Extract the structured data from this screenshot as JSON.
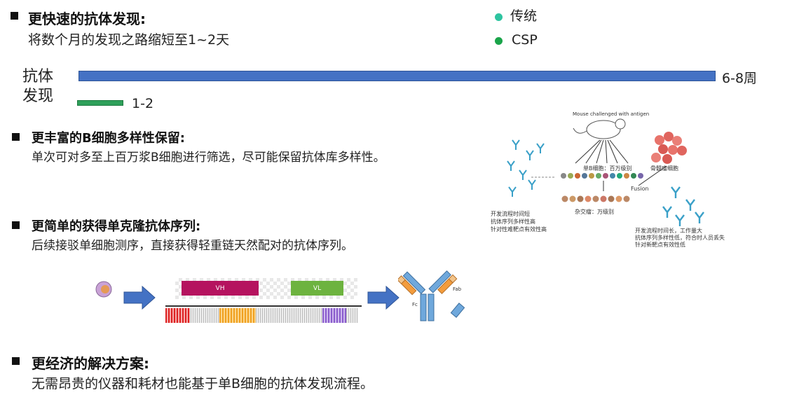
{
  "legend": [
    {
      "label": "传统",
      "color": "#2ec4a0"
    },
    {
      "label": "CSP",
      "color": "#1aa44a"
    }
  ],
  "bar_chart": {
    "label_line1": "抗体",
    "label_line2": "发现",
    "blue_value": "6-8周",
    "green_value": "1-2"
  },
  "sections": [
    {
      "title": "更快速的抗体发现:",
      "body": "将数个月的发现之路缩短至1~2天"
    },
    {
      "title": "更丰富的B细胞多样性保留:",
      "body": "单次可对多至上百万浆B细胞进行筛选，尽可能保留抗体库多样性。"
    },
    {
      "title": "更简单的获得单克隆抗体序列:",
      "body": "后续接驳单细胞测序，直接获得轻重链天然配对的抗体序列。"
    },
    {
      "title": "更经济的解决方案:",
      "body": "无需昂贵的仪器和耗材也能基于单B细胞的抗体发现流程。"
    }
  ],
  "diagram": {
    "mouse_caption": "Mouse challenged with antigen",
    "b_cell_label": "单B细胞：百万级别",
    "myeloma_label": "骨髓瘤细胞",
    "fusion_label": "Fusion",
    "hybridoma_label": "杂交瘤：万级别",
    "left_notes": [
      "开发流程时间短",
      "抗体序列多样性高",
      "针对性难靶点有效性高"
    ],
    "right_notes": [
      "开发流程时间长，工作量大",
      "抗体序列多样性低，符合时人员丢失",
      "针对新靶点有效性低"
    ]
  },
  "sequence": {
    "vh_label": "VH",
    "vl_label": "VL",
    "fc_label": "Fc",
    "fab_label": "Fab"
  }
}
